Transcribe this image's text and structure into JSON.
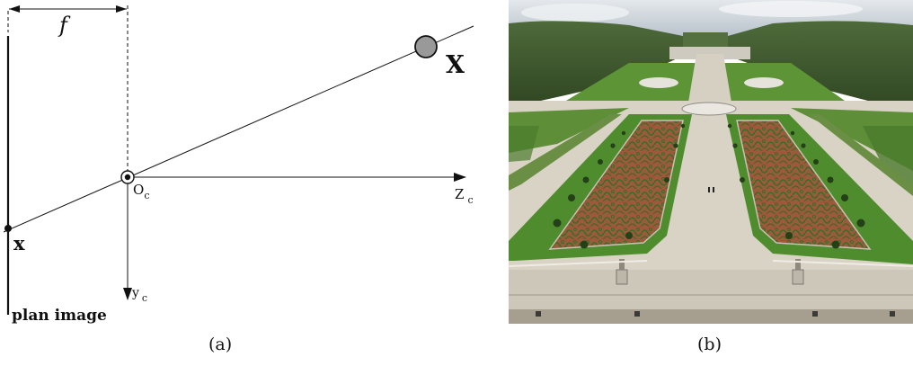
{
  "panel_a": {
    "focal_label": "f",
    "point_3d_label": "X",
    "point_image_label": "x",
    "center_label": "O",
    "center_subscript": "c",
    "z_axis_label": "Z",
    "z_axis_subscript": "c",
    "y_axis_label": "y",
    "y_axis_subscript": "c",
    "image_plane_label": "plan image",
    "caption": "(a)",
    "colors": {
      "line": "#111111",
      "point_fill": "#999999"
    }
  },
  "panel_b": {
    "caption": "(b)",
    "subject": "aerial view of formal french garden with embroidered parterres",
    "colors": {
      "sky": "#cfd6dc",
      "forest": "#3f5a2e",
      "lawn": "#4f8c2e",
      "parterre": "#9a5a3c",
      "path": "#d8d2c4"
    }
  }
}
